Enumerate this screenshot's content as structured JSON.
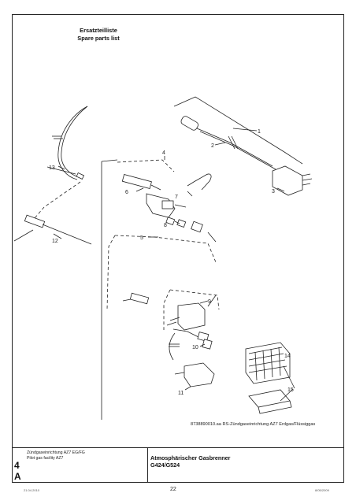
{
  "header": {
    "title_de": "Ersatzteilliste",
    "title_en": "Spare parts list"
  },
  "drawing": {
    "caption": "8738890010.aa RS-Zündgaseinrichtung AZ7 Erdgas/Flüssiggas",
    "part_labels": [
      "1",
      "2",
      "3",
      "4",
      "5",
      "6",
      "7",
      "8",
      "9",
      "10",
      "11",
      "12",
      "13",
      "14",
      "15"
    ]
  },
  "footer": {
    "desc_de": "Zündgaseinrichtung AZ7 EG/FG",
    "desc_en": "Pilot gas facility AZ7",
    "chapter": "4",
    "section": "A",
    "product_line1": "Atmosphärischer Gasbrenner",
    "product_line2": "G424/G524"
  },
  "page": {
    "number": "22",
    "date_code": "21.04.2010",
    "doc_code": "8/05/2009"
  }
}
